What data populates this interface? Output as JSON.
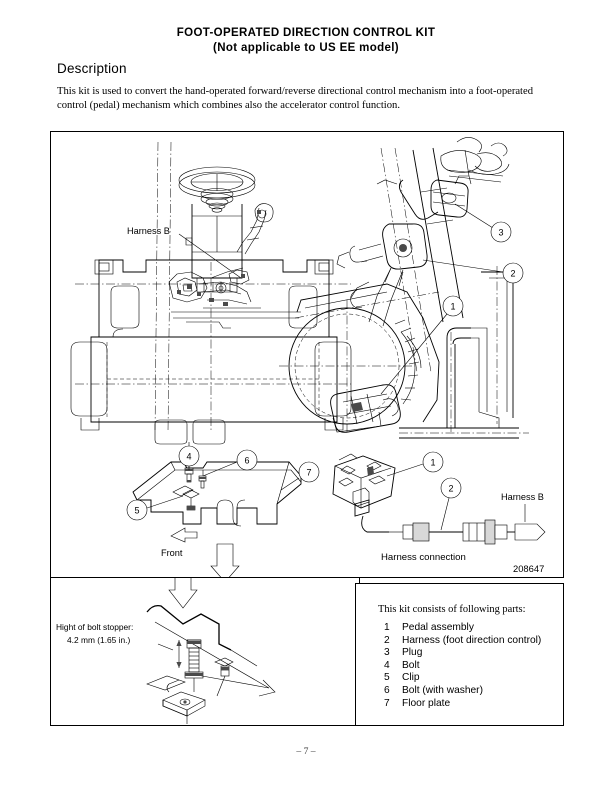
{
  "header": {
    "title_line1": "FOOT-OPERATED DIRECTION CONTROL KIT",
    "title_line2": "(Not applicable to US EE model)"
  },
  "description": {
    "heading": "Description",
    "body": "This kit is used to convert the hand-operated forward/reverse directional control mechanism into a foot-operated control (pedal) mechanism which combines also the accelerator control function."
  },
  "figure": {
    "harness_b_label": "Harness B",
    "harness_b_label_2": "Harness B",
    "harness_connection_caption": "Harness connection",
    "document_number": "208647",
    "front_label": "Front",
    "callouts_main": [
      "1",
      "2",
      "3"
    ],
    "callouts_floorplate": [
      "4",
      "5",
      "6",
      "7"
    ],
    "callouts_harness": [
      "1",
      "2"
    ]
  },
  "detail": {
    "note_line1": "Hight of bolt stopper:",
    "note_line2": "4.2 mm (1.65 in.)"
  },
  "parts": {
    "intro": "This kit consists of following parts:",
    "items": [
      {
        "no": "1",
        "name": "Pedal assembly"
      },
      {
        "no": "2",
        "name": "Harness (foot direction control)"
      },
      {
        "no": "3",
        "name": "Plug"
      },
      {
        "no": "4",
        "name": "Bolt"
      },
      {
        "no": "5",
        "name": "Clip"
      },
      {
        "no": "6",
        "name": "Bolt (with washer)"
      },
      {
        "no": "7",
        "name": "Floor plate"
      }
    ]
  },
  "footer": {
    "page_number": "– 7 –"
  }
}
